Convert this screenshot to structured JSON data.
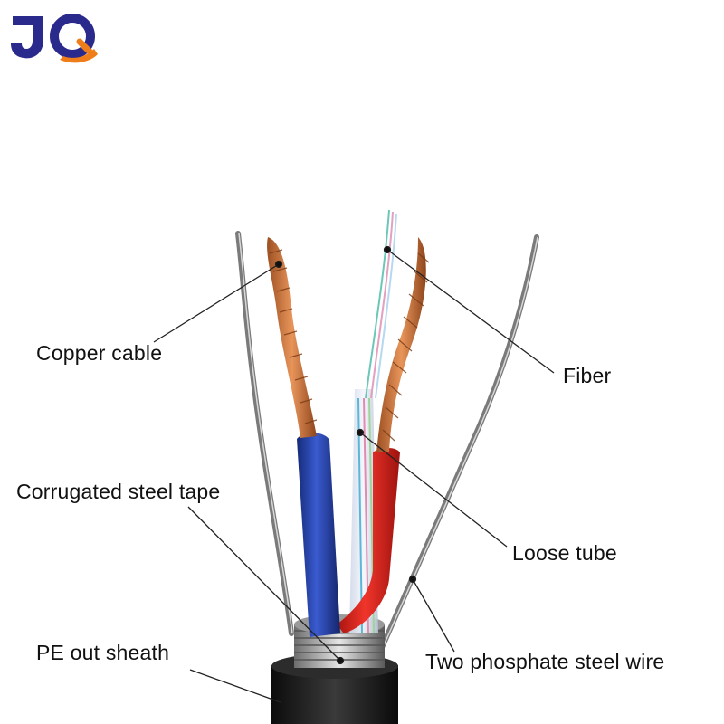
{
  "brand": {
    "logo_text": "JQ",
    "colors": {
      "primary": "#2a2a8c",
      "accent": "#ef7d1a"
    }
  },
  "labels": {
    "copper_cable": "Copper cable",
    "fiber": "Fiber",
    "corrugated_steel_tape": "Corrugated steel tape",
    "loose_tube": "Loose tube",
    "pe_out_sheath": "PE out sheath",
    "two_phosphate_steel_wire": "Two phosphate steel wire"
  },
  "colors": {
    "copper": "#c8733c",
    "blue_insulation": "#1f3b9a",
    "red_insulation": "#d8221e",
    "steel": "#8a8a8a",
    "sheath": "#1a1a1a",
    "leader_line": "#222222"
  }
}
